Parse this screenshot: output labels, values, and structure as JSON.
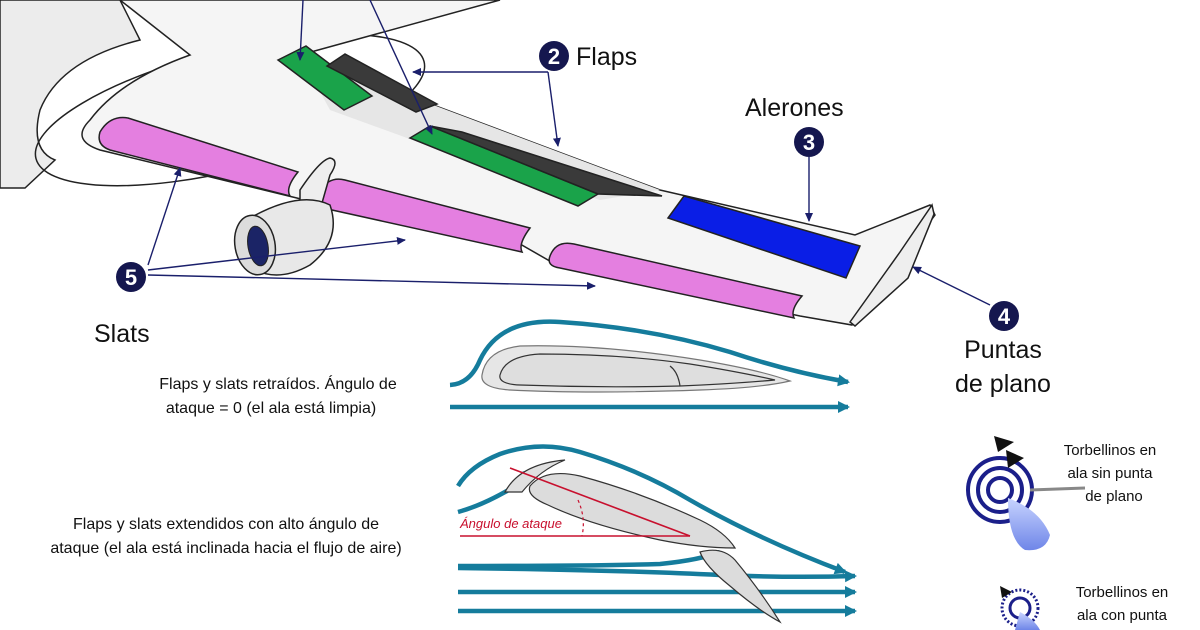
{
  "labels": {
    "flaps": "Flaps",
    "alerones": "Alerones",
    "puntas_line1": "Puntas",
    "puntas_line2": "de plano",
    "slats": "Slats"
  },
  "badges": {
    "flaps": "2",
    "alerones": "3",
    "puntas": "4",
    "slats": "5"
  },
  "captions": {
    "retracted_line1": "Flaps y slats retraídos. Ángulo de",
    "retracted_line2": "ataque = 0 (el ala está limpia)",
    "extended_line1": "Flaps y slats extendidos con alto ángulo de",
    "extended_line2": "ataque (el ala está inclinada hacia el flujo de aire)",
    "angle_of_attack": "Ángulo de ataque"
  },
  "vortex": {
    "no_tip_line1": "Torbellinos en",
    "no_tip_line2": "ala sin punta",
    "no_tip_line3": "de plano",
    "with_tip_line1": "Torbellinos en",
    "with_tip_line2": "ala con punta"
  },
  "colors": {
    "slat": "#e47fe0",
    "flap": "#1aa34a",
    "flap_dark": "#3a3a3a",
    "aileron": "#0a1ee6",
    "badge": "#15174f",
    "flow": "#157c9c",
    "aoa": "#c8102e",
    "arrow": "#1a1f6b"
  }
}
